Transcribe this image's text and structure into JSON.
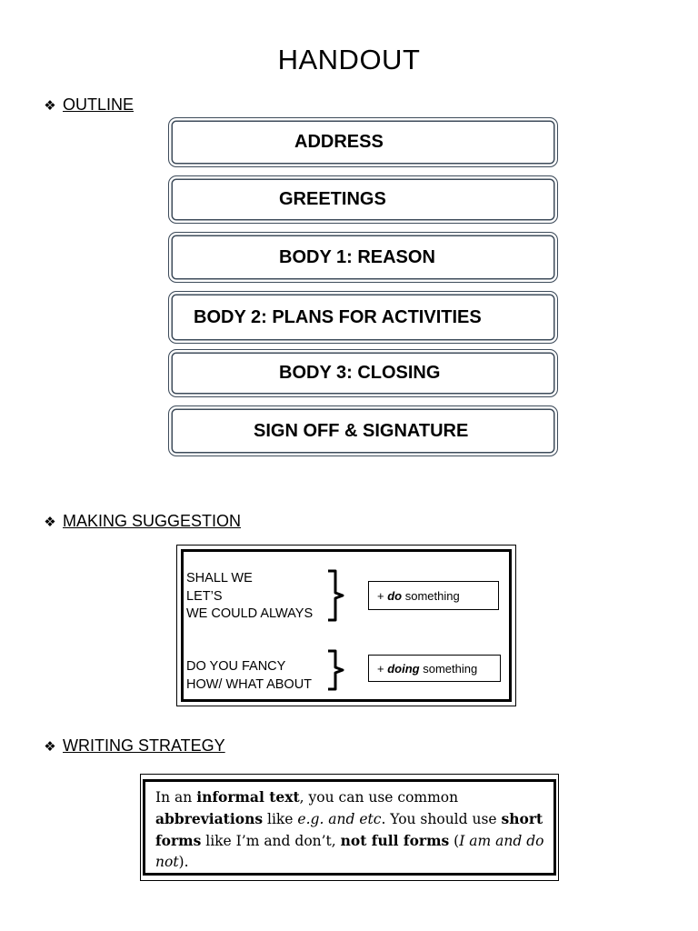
{
  "title": "HANDOUT",
  "sections": {
    "outline": {
      "bullet": "❖",
      "label": "OUTLINE"
    },
    "suggestion": {
      "bullet": "❖",
      "label": "MAKING SUGGESTION"
    },
    "strategy": {
      "bullet": "❖",
      "label": "WRITING STRATEGY"
    }
  },
  "outline_items": [
    "ADDRESS",
    "GREETINGS",
    "BODY 1: REASON",
    "BODY 2: PLANS FOR ACTIVITIES",
    "BODY 3: CLOSING",
    "SIGN OFF & SIGNATURE"
  ],
  "suggestion": {
    "group1": {
      "lines": [
        "SHALL WE",
        "LET’S",
        "WE COULD ALWAYS"
      ],
      "tag_prefix": "+ ",
      "tag_verb": "do",
      "tag_suffix": " something"
    },
    "group2": {
      "lines": [
        "DO YOU FANCY",
        "HOW/ WHAT ABOUT"
      ],
      "tag_prefix": "+ ",
      "tag_verb": "doing",
      "tag_suffix": " something"
    }
  },
  "strategy": {
    "t1": "In an ",
    "t2": "informal text",
    "t3": ", you can use common ",
    "t4": "abbreviations",
    "t5": " like ",
    "t6": "e.g. and etc",
    "t7": ". You should use ",
    "t8": "short forms",
    "t9": " like I’m and don’t, ",
    "t10": "not full forms",
    "t11": " (",
    "t12": "I am and do not",
    "t13": ")."
  }
}
